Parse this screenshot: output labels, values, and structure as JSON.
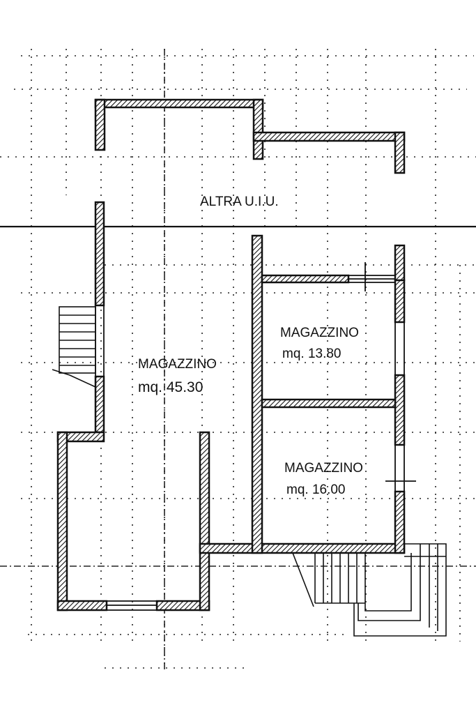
{
  "plan": {
    "other_unit_label": "ALTRA U.I.U.",
    "rooms": [
      {
        "name": "MAGAZZINO",
        "area": "mq. 45.30"
      },
      {
        "name": "MAGAZZINO",
        "area": "mq. 13.80"
      },
      {
        "name": "MAGAZZINO",
        "area": "mq. 16.00"
      }
    ]
  },
  "colors": {
    "ink": "#111111",
    "paper": "#ffffff"
  }
}
